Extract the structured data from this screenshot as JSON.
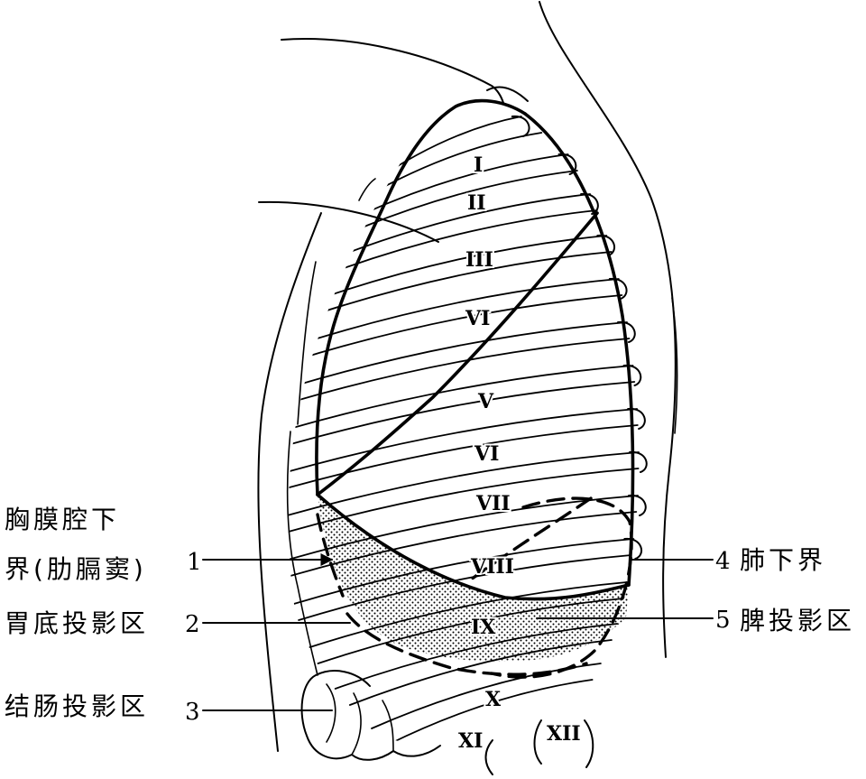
{
  "rib_labels": [
    "I",
    "II",
    "III",
    "VI",
    "V",
    "VI",
    "VII",
    "VIII",
    "IX",
    "X",
    "XI",
    "XII"
  ],
  "callouts": {
    "pleural_boundary": {
      "number": "1",
      "line1": "胸膜腔下",
      "line2": "界(肋膈窦)"
    },
    "gastric_fundus": {
      "number": "2",
      "text": "胃底投影区"
    },
    "colon": {
      "number": "3",
      "text": "结肠投影区"
    },
    "lung_lower_border": {
      "number": "4",
      "text": "肺下界"
    },
    "spleen": {
      "number": "5",
      "text": "脾投影区"
    }
  }
}
